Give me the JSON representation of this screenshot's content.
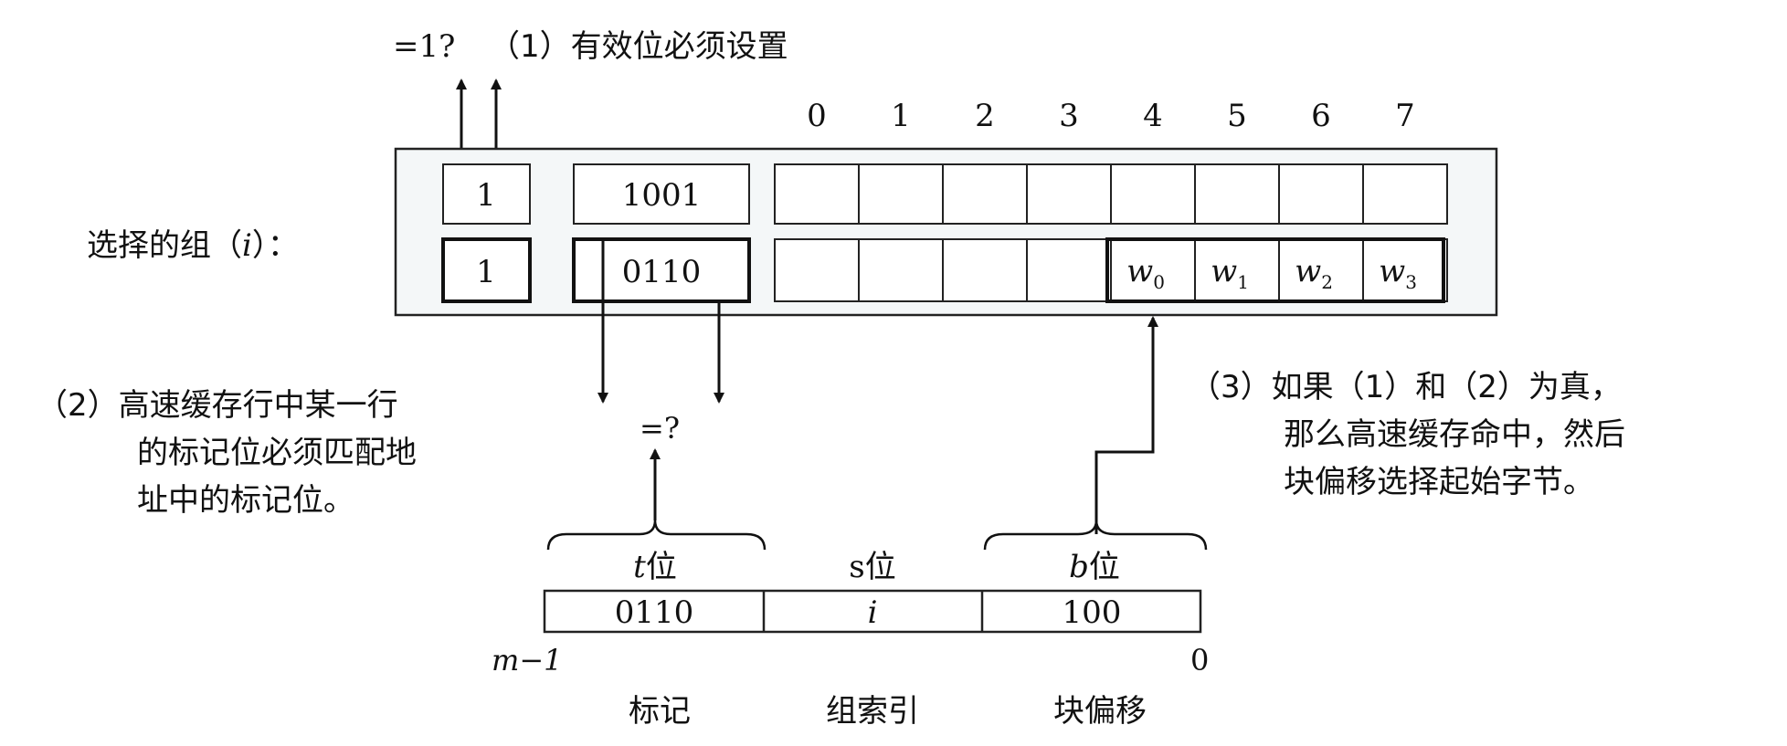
{
  "step1": {
    "marker": "=1?",
    "label": "（1）有效位必须设置"
  },
  "block_offsets": [
    "0",
    "1",
    "2",
    "3",
    "4",
    "5",
    "6",
    "7"
  ],
  "selected_set": {
    "label": "选择的组（",
    "index": "i",
    "suffix": "）："
  },
  "lines": [
    {
      "valid": "1",
      "tag": "1001",
      "words": [
        "",
        "",
        "",
        "",
        "",
        "",
        "",
        ""
      ]
    },
    {
      "valid": "1",
      "tag": "0110",
      "words": [
        "",
        "",
        "",
        "",
        "w",
        "w",
        "w",
        "w"
      ],
      "word_subscripts": [
        "",
        "",
        "",
        "",
        "0",
        "1",
        "2",
        "3"
      ]
    }
  ],
  "step2": {
    "lines": [
      "（2）高速缓存行中某一行",
      "的标记位必须匹配地",
      "址中的标记位。"
    ]
  },
  "compare_marker": "=?",
  "step3": {
    "lines": [
      "（3）如果（1）和（2）为真，",
      "那么高速缓存命中，然后",
      "块偏移选择起始字节。"
    ]
  },
  "address": {
    "fields": [
      {
        "header_var": "t",
        "header_unit": "位",
        "value": "0110",
        "name": "标记"
      },
      {
        "header_var": "s",
        "header_unit": "位",
        "value": "i",
        "name": "组索引"
      },
      {
        "header_var": "b",
        "header_unit": "位",
        "value": "100",
        "name": "块偏移"
      }
    ],
    "high_bit": "m−1",
    "low_bit": "0"
  }
}
